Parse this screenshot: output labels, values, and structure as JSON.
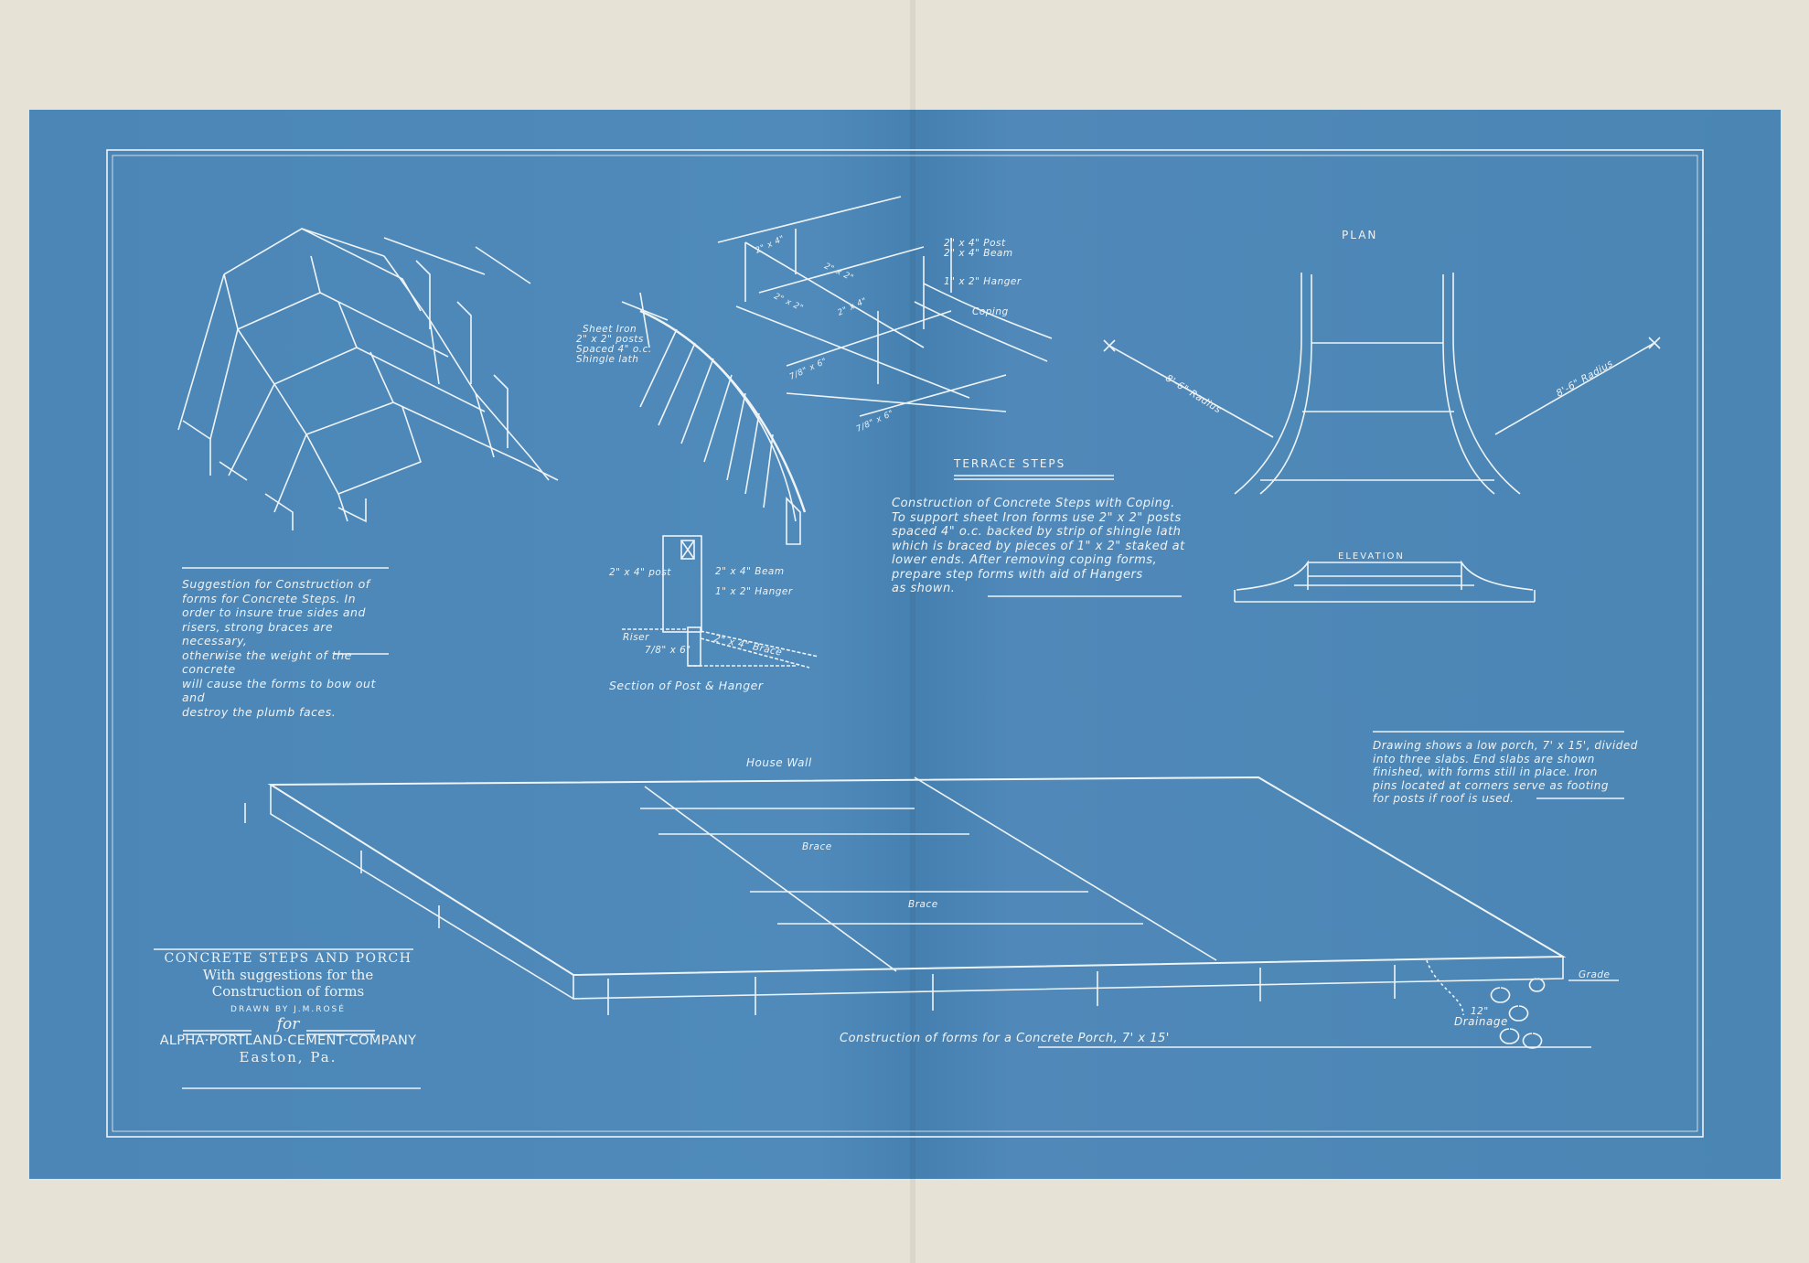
{
  "colors": {
    "blueprint": "#4b86b6",
    "paper": "#e6e2d6",
    "line": "#eef3f6"
  },
  "steps_note": "Suggestion for Construction of\nforms for Concrete Steps. In\norder to insure true sides and\nrisers, strong braces are necessary,\notherwise the weight of the concrete\nwill cause the forms to bow out and\ndestroy the plumb faces.",
  "terrace": {
    "title": "TERRACE STEPS",
    "body": "Construction of Concrete Steps with Coping.\nTo support sheet Iron forms use 2\" x 2\" posts\nspaced 4\" o.c. backed by strip of shingle lath\nwhich is braced by pieces of 1\" x 2\" staked at\nlower ends.  After removing coping forms,\nprepare step forms with aid of Hangers\nas shown.",
    "labels": {
      "post": "2\" x 4\" Post",
      "beam": "2\" x 4\" Beam",
      "hanger": "1\" x 2\" Hanger",
      "coping": "Coping",
      "sheet_iron": "Sheet Iron",
      "posts": "2\" x 2\" posts",
      "spaced": "Spaced 4\" o.c.",
      "lath": "Shingle lath",
      "m1": "2\" x 4\"",
      "m2": "2\" x 2\"",
      "m3": "2\" x 2\"",
      "m4": "2\" x 4\"",
      "m5": "7/8\" x 6\"",
      "m6": "7/8\" x 6\""
    }
  },
  "section": {
    "post": "2\" x 4\" post",
    "beam": "2\" x 4\" Beam",
    "hanger": "1\" x 2\" Hanger",
    "riser": "Riser",
    "riser_size": "7/8\" x 6\"",
    "brace": "2\" x 4\" Brace",
    "caption": "Section of Post & Hanger"
  },
  "plan": {
    "title": "PLAN",
    "radius_left": "8'-6\" Radius",
    "radius_right": "8'-6\" Radius"
  },
  "elevation": {
    "title": "ELEVATION"
  },
  "porch": {
    "note": "Drawing shows a low porch, 7' x 15', divided\ninto three slabs.   End slabs are shown\nfinished, with forms still in place.  Iron\npins located at corners serve as footing\nfor posts if roof is used.",
    "house_wall": "House Wall",
    "brace1": "Brace",
    "brace2": "Brace",
    "grade": "Grade",
    "drainage_size": "12\"",
    "drainage": "Drainage",
    "caption": "Construction of forms for a Concrete Porch,  7' x 15'"
  },
  "title_block": {
    "title": "CONCRETE STEPS AND PORCH",
    "sub1": "With suggestions for the",
    "sub2": "Construction  of forms",
    "drawn": "DRAWN BY  J.M.ROSÉ",
    "for": "for",
    "company": "ALPHA·PORTLAND·CEMENT·COMPANY",
    "city": "Easton, Pa."
  }
}
